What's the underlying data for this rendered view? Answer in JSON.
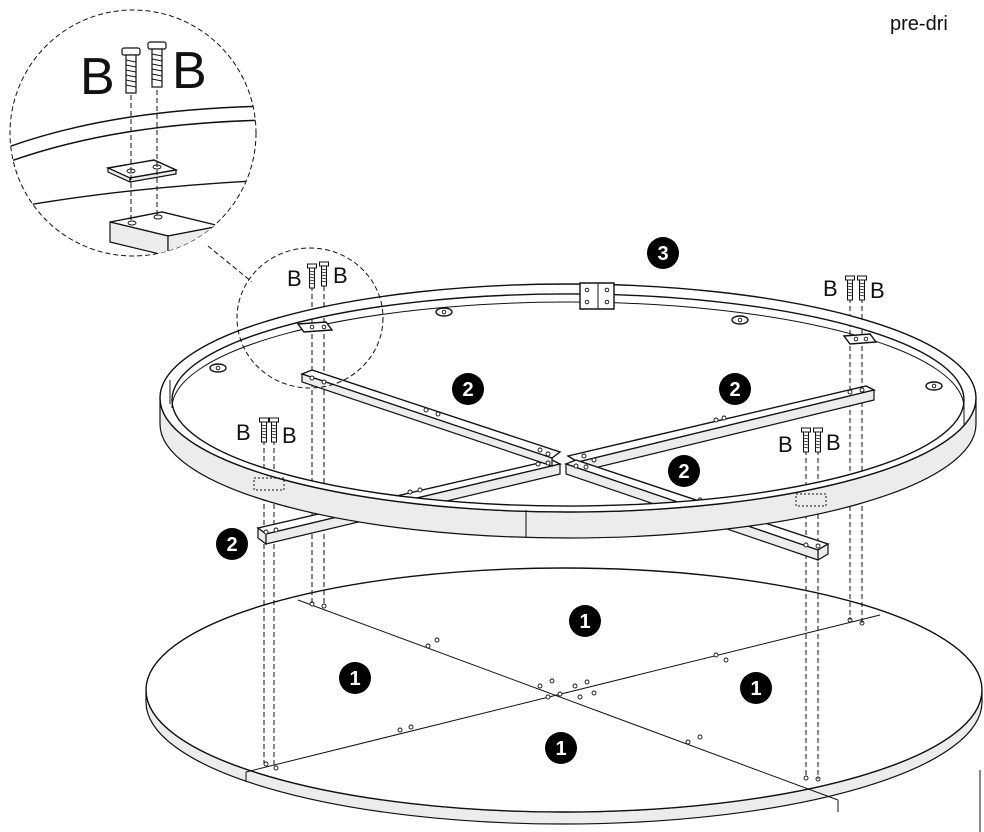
{
  "corner_text": "pre-dri",
  "hardware_label": "B",
  "part_numbers": {
    "top_panel": "1",
    "cross_brace": "2",
    "ring": "3"
  },
  "icons": [
    "screw-icon",
    "number-badge-icon"
  ]
}
